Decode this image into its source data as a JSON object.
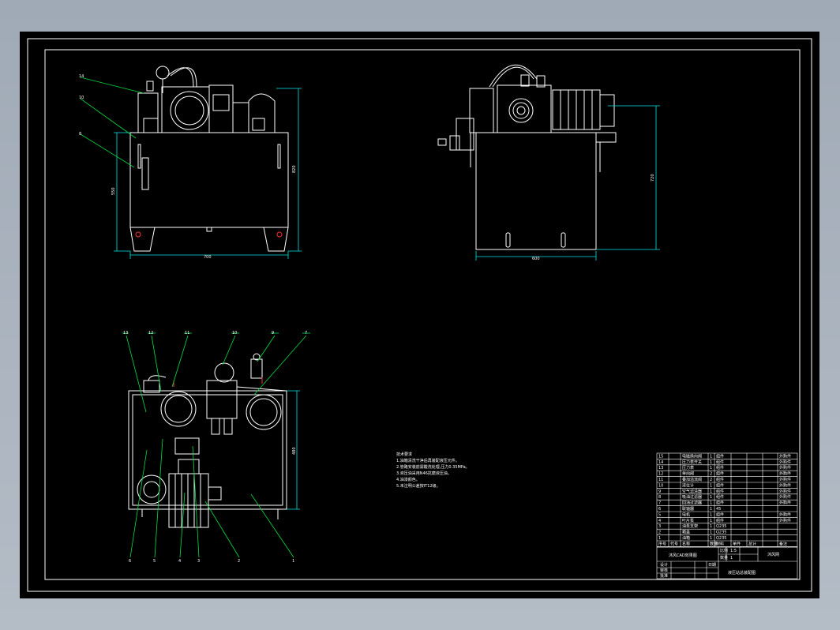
{
  "drawing": {
    "title_block": {
      "logo_text": "沐风CAD效果图",
      "sheet_name": "液压站总装配图",
      "company": "沐风网",
      "scale_label": "比例",
      "scale_value": "1:5",
      "qty_label": "数量",
      "qty_value": "1",
      "designer_label": "设计",
      "checker_label": "审核",
      "approver_label": "批准",
      "date_label": "日期"
    },
    "notes": {
      "heading": "技术要求",
      "items": [
        "1.油箱清洗干净后再装配液压元件。",
        "2.管路安装前需酸洗处理,压力0.35MPa。",
        "3.液压油采用N46抗磨液压油。",
        "4.油漆颜色。",
        "5.未注明公差按IT12级。"
      ]
    },
    "bom_header": [
      "序号",
      "代号",
      "名称",
      "数量",
      "材料",
      "单件",
      "总计",
      "备注"
    ],
    "bom_rows": [
      [
        "15",
        "",
        "电磁换向阀",
        "1",
        "组件",
        "",
        "",
        "外购件"
      ],
      [
        "14",
        "",
        "压力表开关",
        "1",
        "组件",
        "",
        "",
        "外购件"
      ],
      [
        "13",
        "",
        "压力表",
        "1",
        "组件",
        "",
        "",
        "外购件"
      ],
      [
        "12",
        "",
        "单向阀",
        "2",
        "组件",
        "",
        "",
        "外购件"
      ],
      [
        "11",
        "",
        "叠加溢流阀",
        "2",
        "组件",
        "",
        "",
        "外购件"
      ],
      [
        "10",
        "",
        "液位计",
        "1",
        "组件",
        "",
        "",
        "外购件"
      ],
      [
        "9",
        "",
        "空气滤清器",
        "1",
        "组件",
        "",
        "",
        "外购件"
      ],
      [
        "8",
        "",
        "吸油过滤器",
        "1",
        "组件",
        "",
        "",
        "外购件"
      ],
      [
        "7",
        "",
        "回油过滤器",
        "1",
        "组件",
        "",
        "",
        "外购件"
      ],
      [
        "6",
        "",
        "联轴器",
        "1",
        "45",
        "",
        "",
        ""
      ],
      [
        "5",
        "",
        "电机",
        "1",
        "组件",
        "",
        "",
        "外购件"
      ],
      [
        "4",
        "",
        "叶片泵",
        "1",
        "组件",
        "",
        "",
        "外购件"
      ],
      [
        "3",
        "",
        "油泵支架",
        "1",
        "Q235",
        "",
        "",
        ""
      ],
      [
        "2",
        "",
        "箱盖",
        "1",
        "Q235",
        "",
        "",
        ""
      ],
      [
        "1",
        "",
        "油箱",
        "1",
        "Q235",
        "",
        "",
        ""
      ]
    ],
    "front_view": {
      "callouts": [
        "14",
        "10",
        "8"
      ],
      "dims": {
        "width": "700",
        "height": "550",
        "total_height": "820"
      }
    },
    "side_view": {
      "dims": {
        "width": "600",
        "height": "720"
      }
    },
    "top_view": {
      "callouts_top": [
        "13",
        "12",
        "11",
        "10",
        "9",
        "7"
      ],
      "callouts_bottom": [
        "6",
        "5",
        "4",
        "3",
        "2",
        "1"
      ],
      "dims": {
        "depth": "480"
      }
    },
    "colors": {
      "sheet": "#000000",
      "border": "#ffffff",
      "dimension": "#00ffff",
      "leader": "#00ff00",
      "center_mark": "#ff0000",
      "background": "#a4adb8"
    }
  }
}
